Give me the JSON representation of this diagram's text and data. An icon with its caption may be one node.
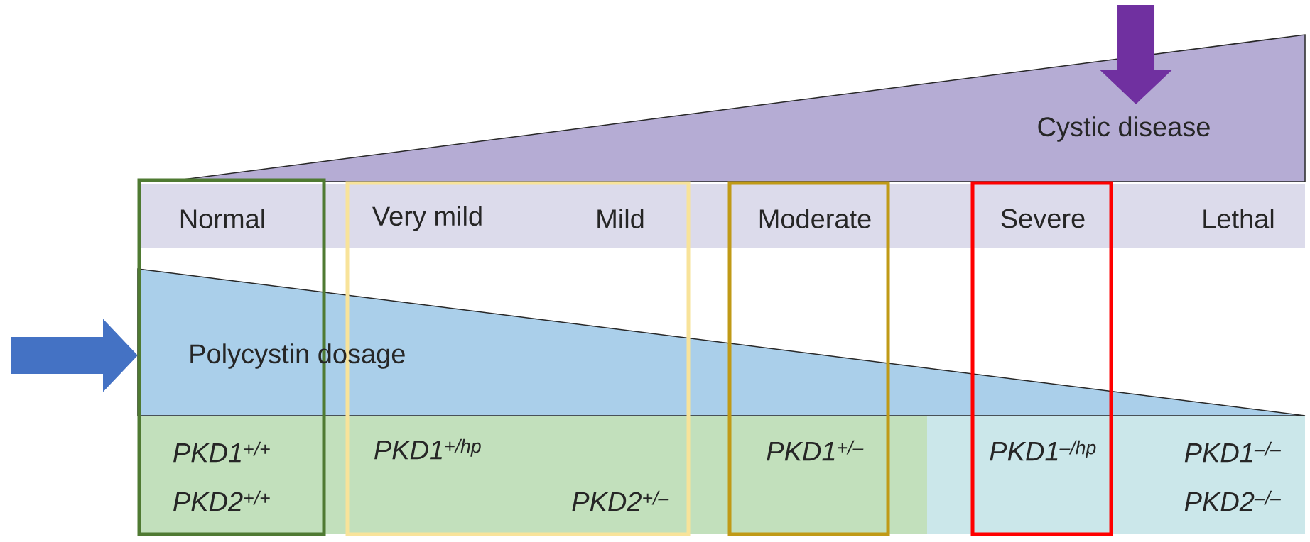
{
  "diagram": {
    "nodes": [
      {
        "text": [
          "Cystic disease"
        ]
      },
      {
        "text": [
          "Normal",
          "Very mild",
          "Mild",
          "Moderate",
          "Severe",
          "Lethal"
        ]
      },
      {
        "text": [
          "Polycystin dosage"
        ]
      },
      {
        "text": [
          "PKD1$^{+/+}$",
          "PKD2$^{+/+}$",
          "PKD1$^{+/hp}$",
          "PKD2$^{+/–}$",
          "PKD1$^{+/–}$"
        ]
      },
      {
        "text": [
          "PKD1$^{–/hp}$",
          "PKD1$^{–/–}$",
          "PKD2$^{–/–}$"
        ]
      }
    ],
    "edges": [
      {
        "from": null,
        "to": 0,
        "arrow": "to",
        "color": "#7030a0"
      },
      {
        "from": null,
        "to": 2,
        "arrow": "to",
        "color": "#4472c4"
      }
    ]
  }
}
